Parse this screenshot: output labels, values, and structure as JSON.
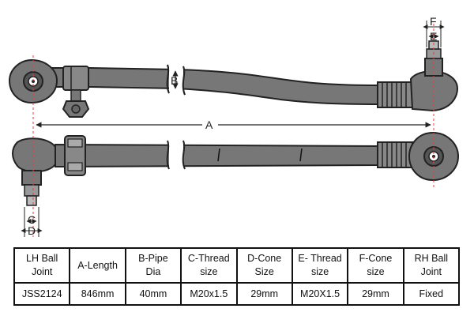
{
  "dimensions": {
    "a": "A",
    "b": "B",
    "c": "C",
    "d": "D",
    "e": "E",
    "f": "F"
  },
  "table": {
    "headers": [
      [
        "LH Ball",
        "Joint"
      ],
      [
        "A-Length",
        ""
      ],
      [
        "B-Pipe",
        "Dia"
      ],
      [
        "C-Thread",
        "size"
      ],
      [
        "D-Cone",
        "Size"
      ],
      [
        "E- Thread",
        "size"
      ],
      [
        "F-Cone",
        "size"
      ],
      [
        "RH Ball",
        "Joint"
      ]
    ],
    "values": [
      "JSS2124",
      "846mm",
      "40mm",
      "M20x1.5",
      "29mm",
      "M20X1.5",
      "29mm",
      "Fixed"
    ]
  },
  "colors": {
    "rod_fill": "#777777",
    "rod_stroke": "#222222",
    "centerline": "#e04040",
    "dimension_line": "#222222",
    "table_border": "#111111"
  }
}
